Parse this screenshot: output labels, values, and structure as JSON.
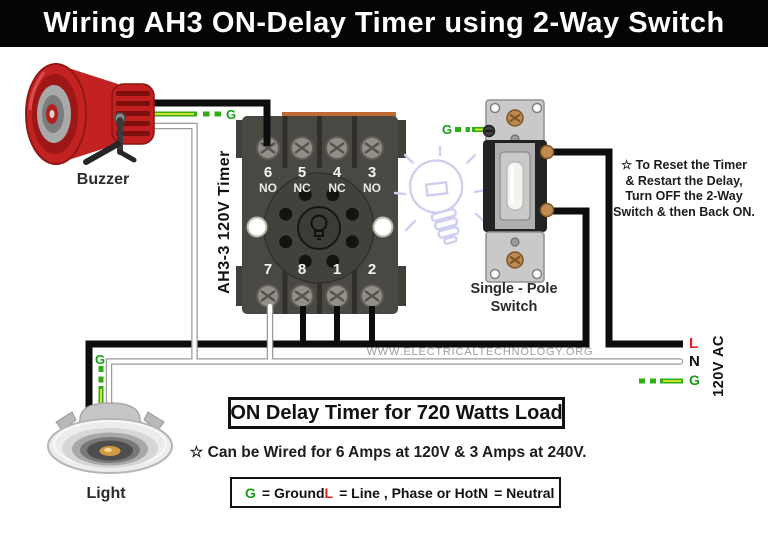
{
  "title": "Wiring AH3 ON-Delay Timer using 2-Way Switch",
  "watermark": "WWW.ELECTRICALTECHNOLOGY.ORG",
  "buzzer": {
    "label": "Buzzer",
    "ground_tag": "G"
  },
  "timer": {
    "side_label": "AH3-3 120V Timer",
    "top_terminals": [
      {
        "num": "6",
        "type": "NO"
      },
      {
        "num": "5",
        "type": "NC"
      },
      {
        "num": "4",
        "type": "NC"
      },
      {
        "num": "3",
        "type": "NO"
      }
    ],
    "bottom_terminals": [
      "7",
      "8",
      "1",
      "2"
    ]
  },
  "switch": {
    "label_line1": "Single - Pole",
    "label_line2": "Switch",
    "ground_tag": "G"
  },
  "light": {
    "label": "Light",
    "ground_tag": "G"
  },
  "supply": {
    "line_tag": "L",
    "neutral_tag": "N",
    "ground_tag": "G",
    "voltage_label": "120V AC"
  },
  "reset_note": {
    "line1": "☆ To Reset the Timer",
    "line2": "& Restart the Delay,",
    "line3": "Turn OFF the 2-Way",
    "line4": "Switch & then Back ON."
  },
  "load_note": "ON Delay Timer for 720 Watts Load",
  "rating_note": "☆ Can be Wired for 6 Amps at 120V & 3 Amps at 240V.",
  "legend": {
    "ground_symbol": "G",
    "ground_text": "= Ground",
    "line_symbol": "L",
    "line_text": "= Line , Phase or Hot",
    "neutral_symbol": "N",
    "neutral_text": "= Neutral"
  },
  "colors": {
    "title_bg": "#050505",
    "wire_black": "#0d0d0d",
    "ground_green": "#2eae12",
    "ground_yellow": "#e8e832",
    "line_red": "#e52020",
    "neutral_black": "#111111",
    "buzzer_red": "#c32222",
    "socket_gray": "#4a4843",
    "socket_tab_orange": "#c06a34",
    "bulb_watermark": "#cfcff2"
  }
}
